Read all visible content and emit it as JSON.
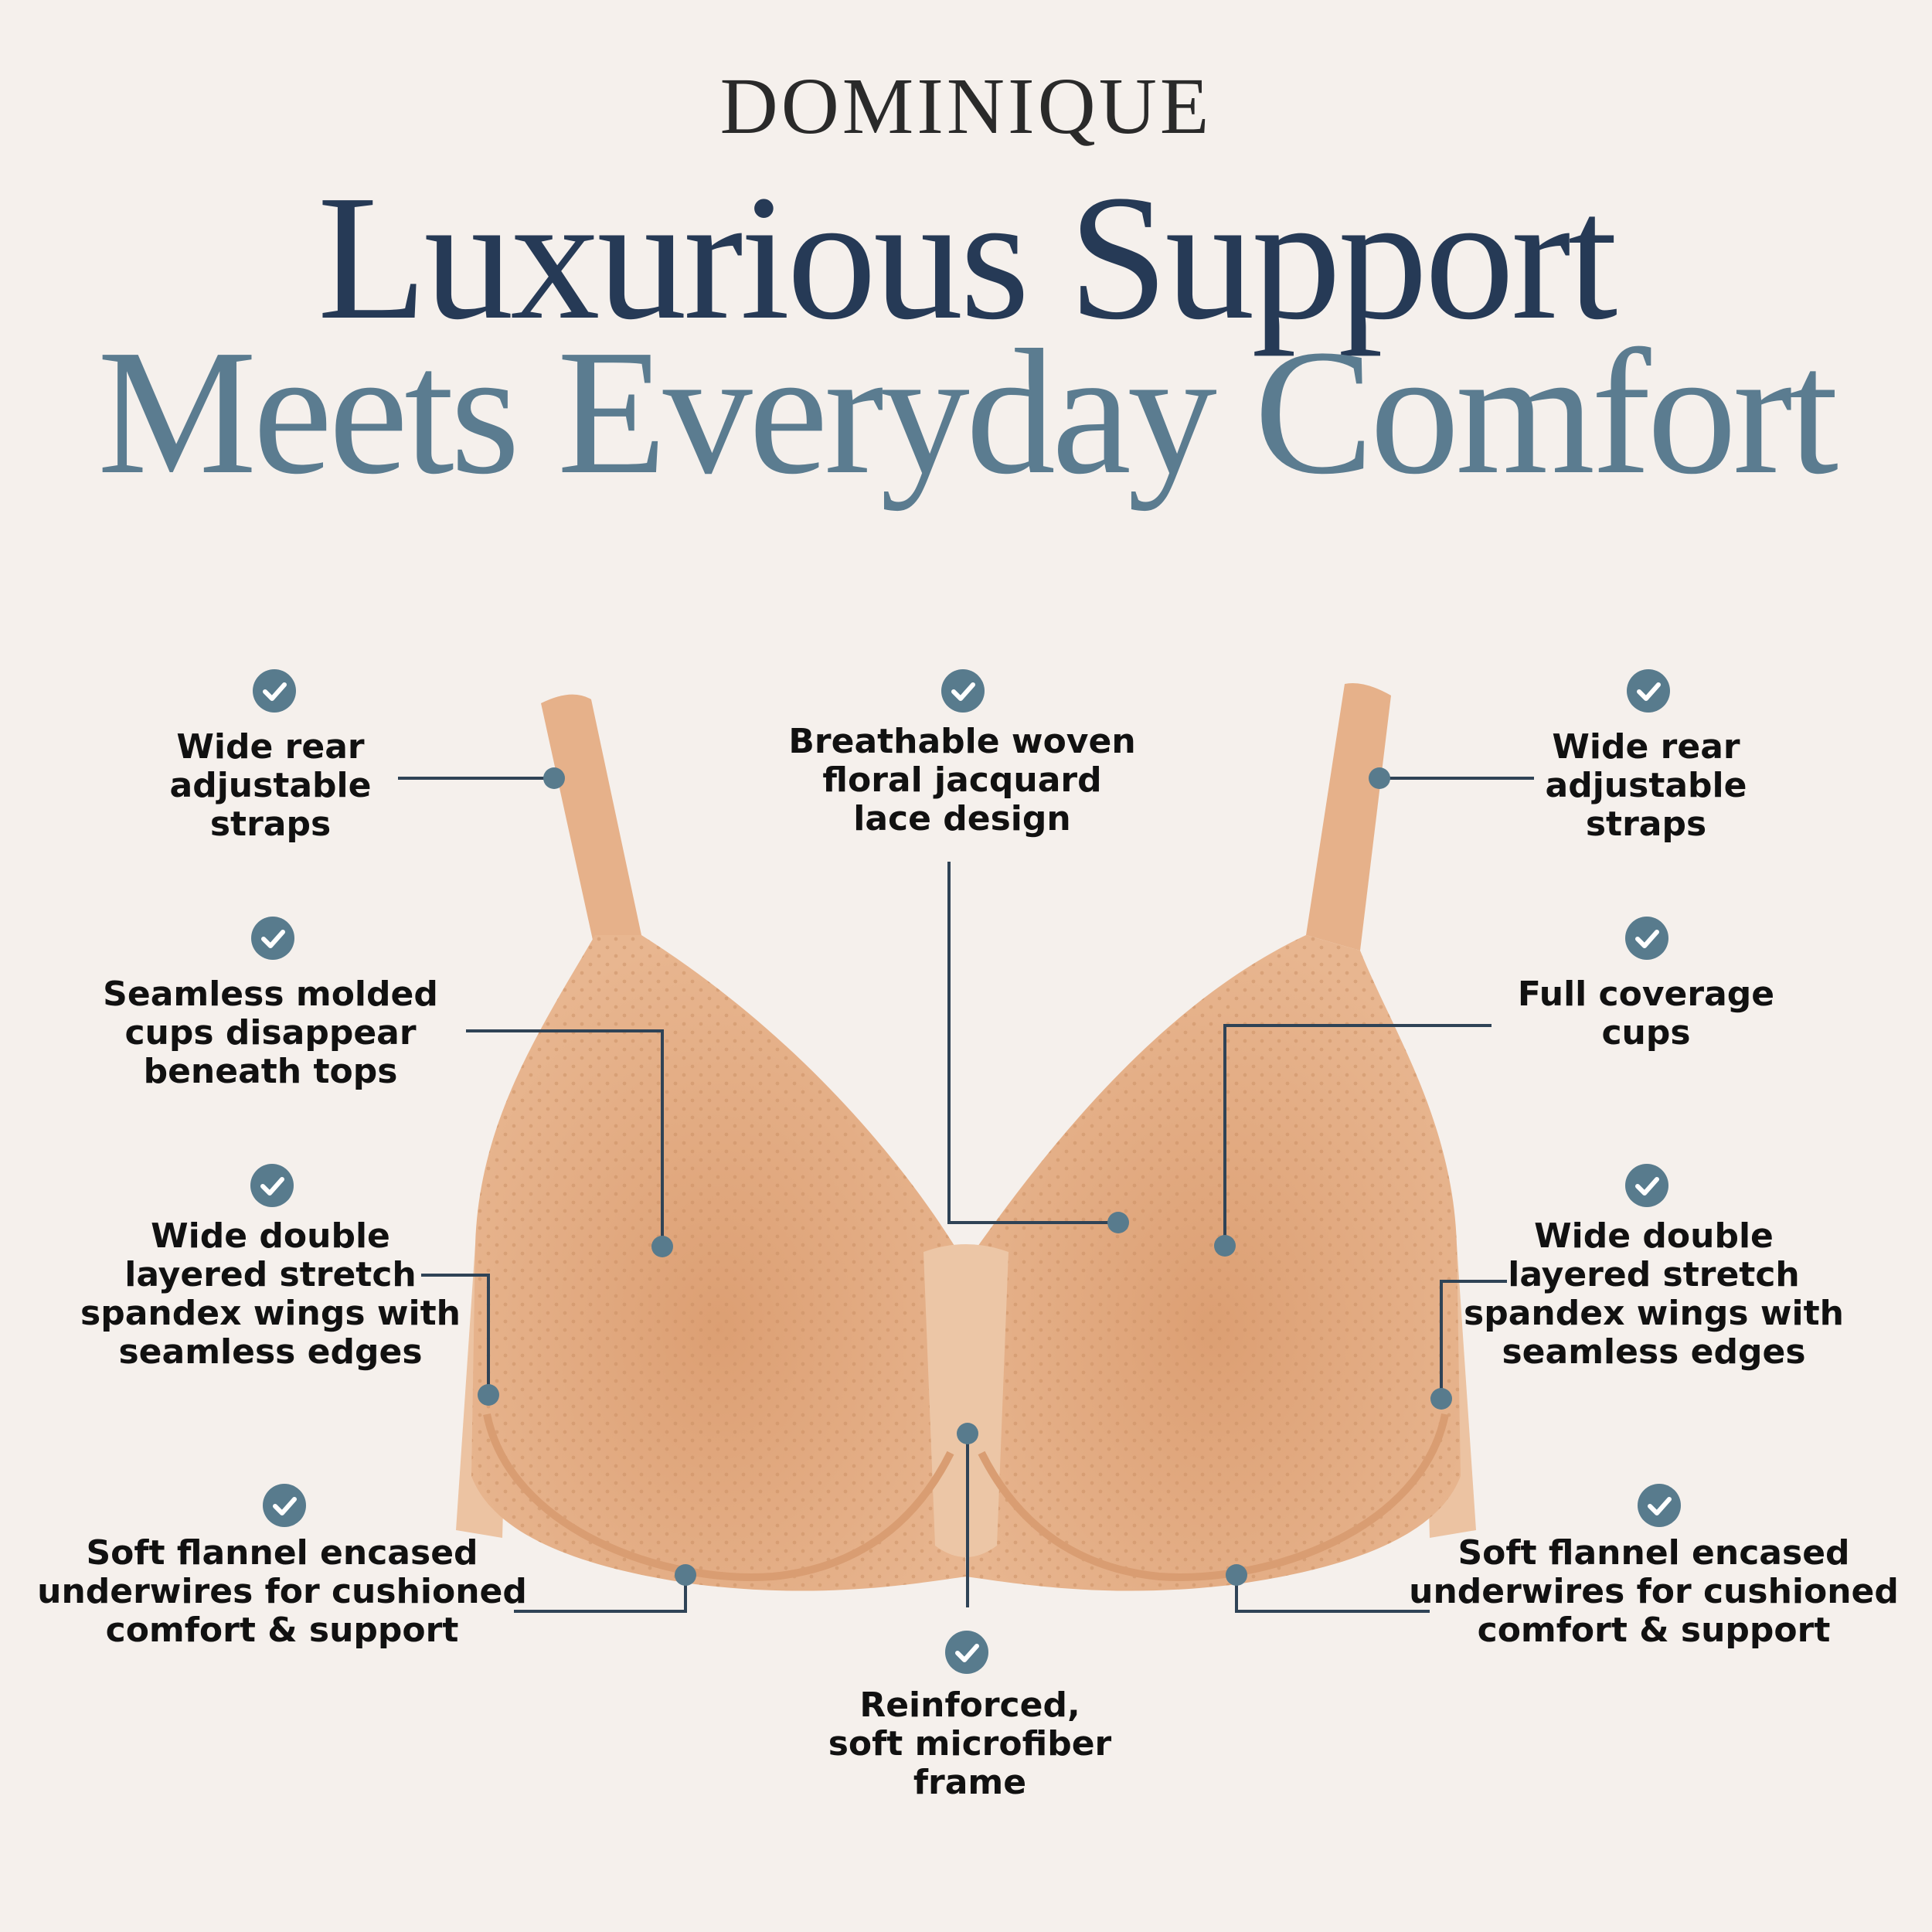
{
  "brand": "DOMINIQUE",
  "headline": {
    "line1": "Luxurious Support",
    "line2": "Meets Everyday Comfort"
  },
  "colors": {
    "background": "#f5f0ec",
    "headline_dark": "#263a56",
    "headline_light": "#5b7c90",
    "check_badge": "#587b8d",
    "leader_line": "#2f4356",
    "product_nude": "#e2aa80"
  },
  "features": {
    "left_straps": "Wide rear\nadjustable\nstraps",
    "left_cups": "Seamless molded\ncups disappear\nbeneath tops",
    "left_wings": "Wide double\nlayered stretch\nspandex wings with\nseamless edges",
    "left_underwire": "Soft flannel encased\nunderwires for cushioned\ncomfort & support",
    "center_lace": "Breathable woven\nfloral jacquard\nlace design",
    "center_frame": "Reinforced,\nsoft microfiber\nframe",
    "right_straps": "Wide rear\nadjustable\nstraps",
    "right_cups": "Full coverage\ncups",
    "right_wings": "Wide double\nlayered stretch\nspandex wings with\nseamless edges",
    "right_underwire": "Soft flannel encased\nunderwires for cushioned\ncomfort & support"
  },
  "icons": {
    "feature_badge": "checkmark-circle-icon",
    "leader_dot": "pointer-dot-icon"
  }
}
